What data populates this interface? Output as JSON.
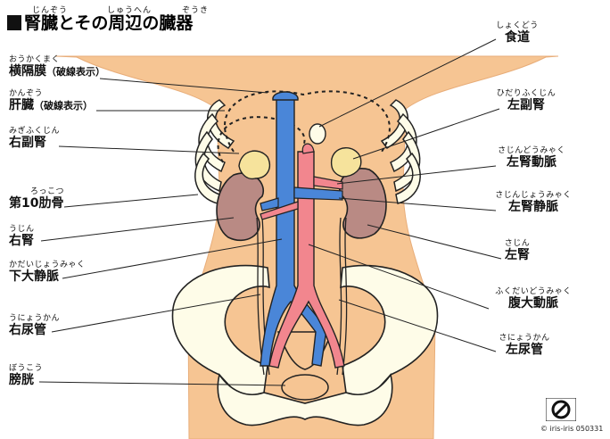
{
  "title": {
    "main": "腎臓とその周辺の臓器",
    "ruby": [
      "じんぞう",
      "しゅうへん",
      "ぞうき"
    ]
  },
  "labels_left": [
    {
      "ruby": "おうかくまく",
      "text": "横隔膜",
      "sub": "（破線表示）"
    },
    {
      "ruby": "かんぞう",
      "text": "肝臓",
      "sub": "（破線表示）"
    },
    {
      "ruby": "みぎふくじん",
      "text": "右副腎",
      "sub": ""
    },
    {
      "ruby": "ろっこつ",
      "text": "第10肋骨",
      "sub": ""
    },
    {
      "ruby": "うじん",
      "text": "右腎",
      "sub": ""
    },
    {
      "ruby": "かだいじょうみゃく",
      "text": "下大静脈",
      "sub": ""
    },
    {
      "ruby": "うにょうかん",
      "text": "右尿管",
      "sub": ""
    },
    {
      "ruby": "ぼうこう",
      "text": "膀胱",
      "sub": ""
    }
  ],
  "labels_right": [
    {
      "ruby": "しょくどう",
      "text": "食道"
    },
    {
      "ruby": "ひだりふくじん",
      "text": "左副腎"
    },
    {
      "ruby": "さじんどうみゃく",
      "text": "左腎動脈"
    },
    {
      "ruby": "さじんじょうみゃく",
      "text": "左腎静脈"
    },
    {
      "ruby": "さじん",
      "text": "左腎"
    },
    {
      "ruby": "ふくだいどうみゃく",
      "text": "腹大動脈"
    },
    {
      "ruby": "さにょうかん",
      "text": "左尿管"
    }
  ],
  "credit": "© iris-iris 050331",
  "logo_text": "iris-iris",
  "colors": {
    "skin": "#f6c593",
    "vein": "#4a86d8",
    "artery": "#f2868e",
    "kidney": "#b98a84",
    "adrenal": "#f6e39c",
    "bone": "#fefce8",
    "ureter": "#f8e7c9"
  }
}
